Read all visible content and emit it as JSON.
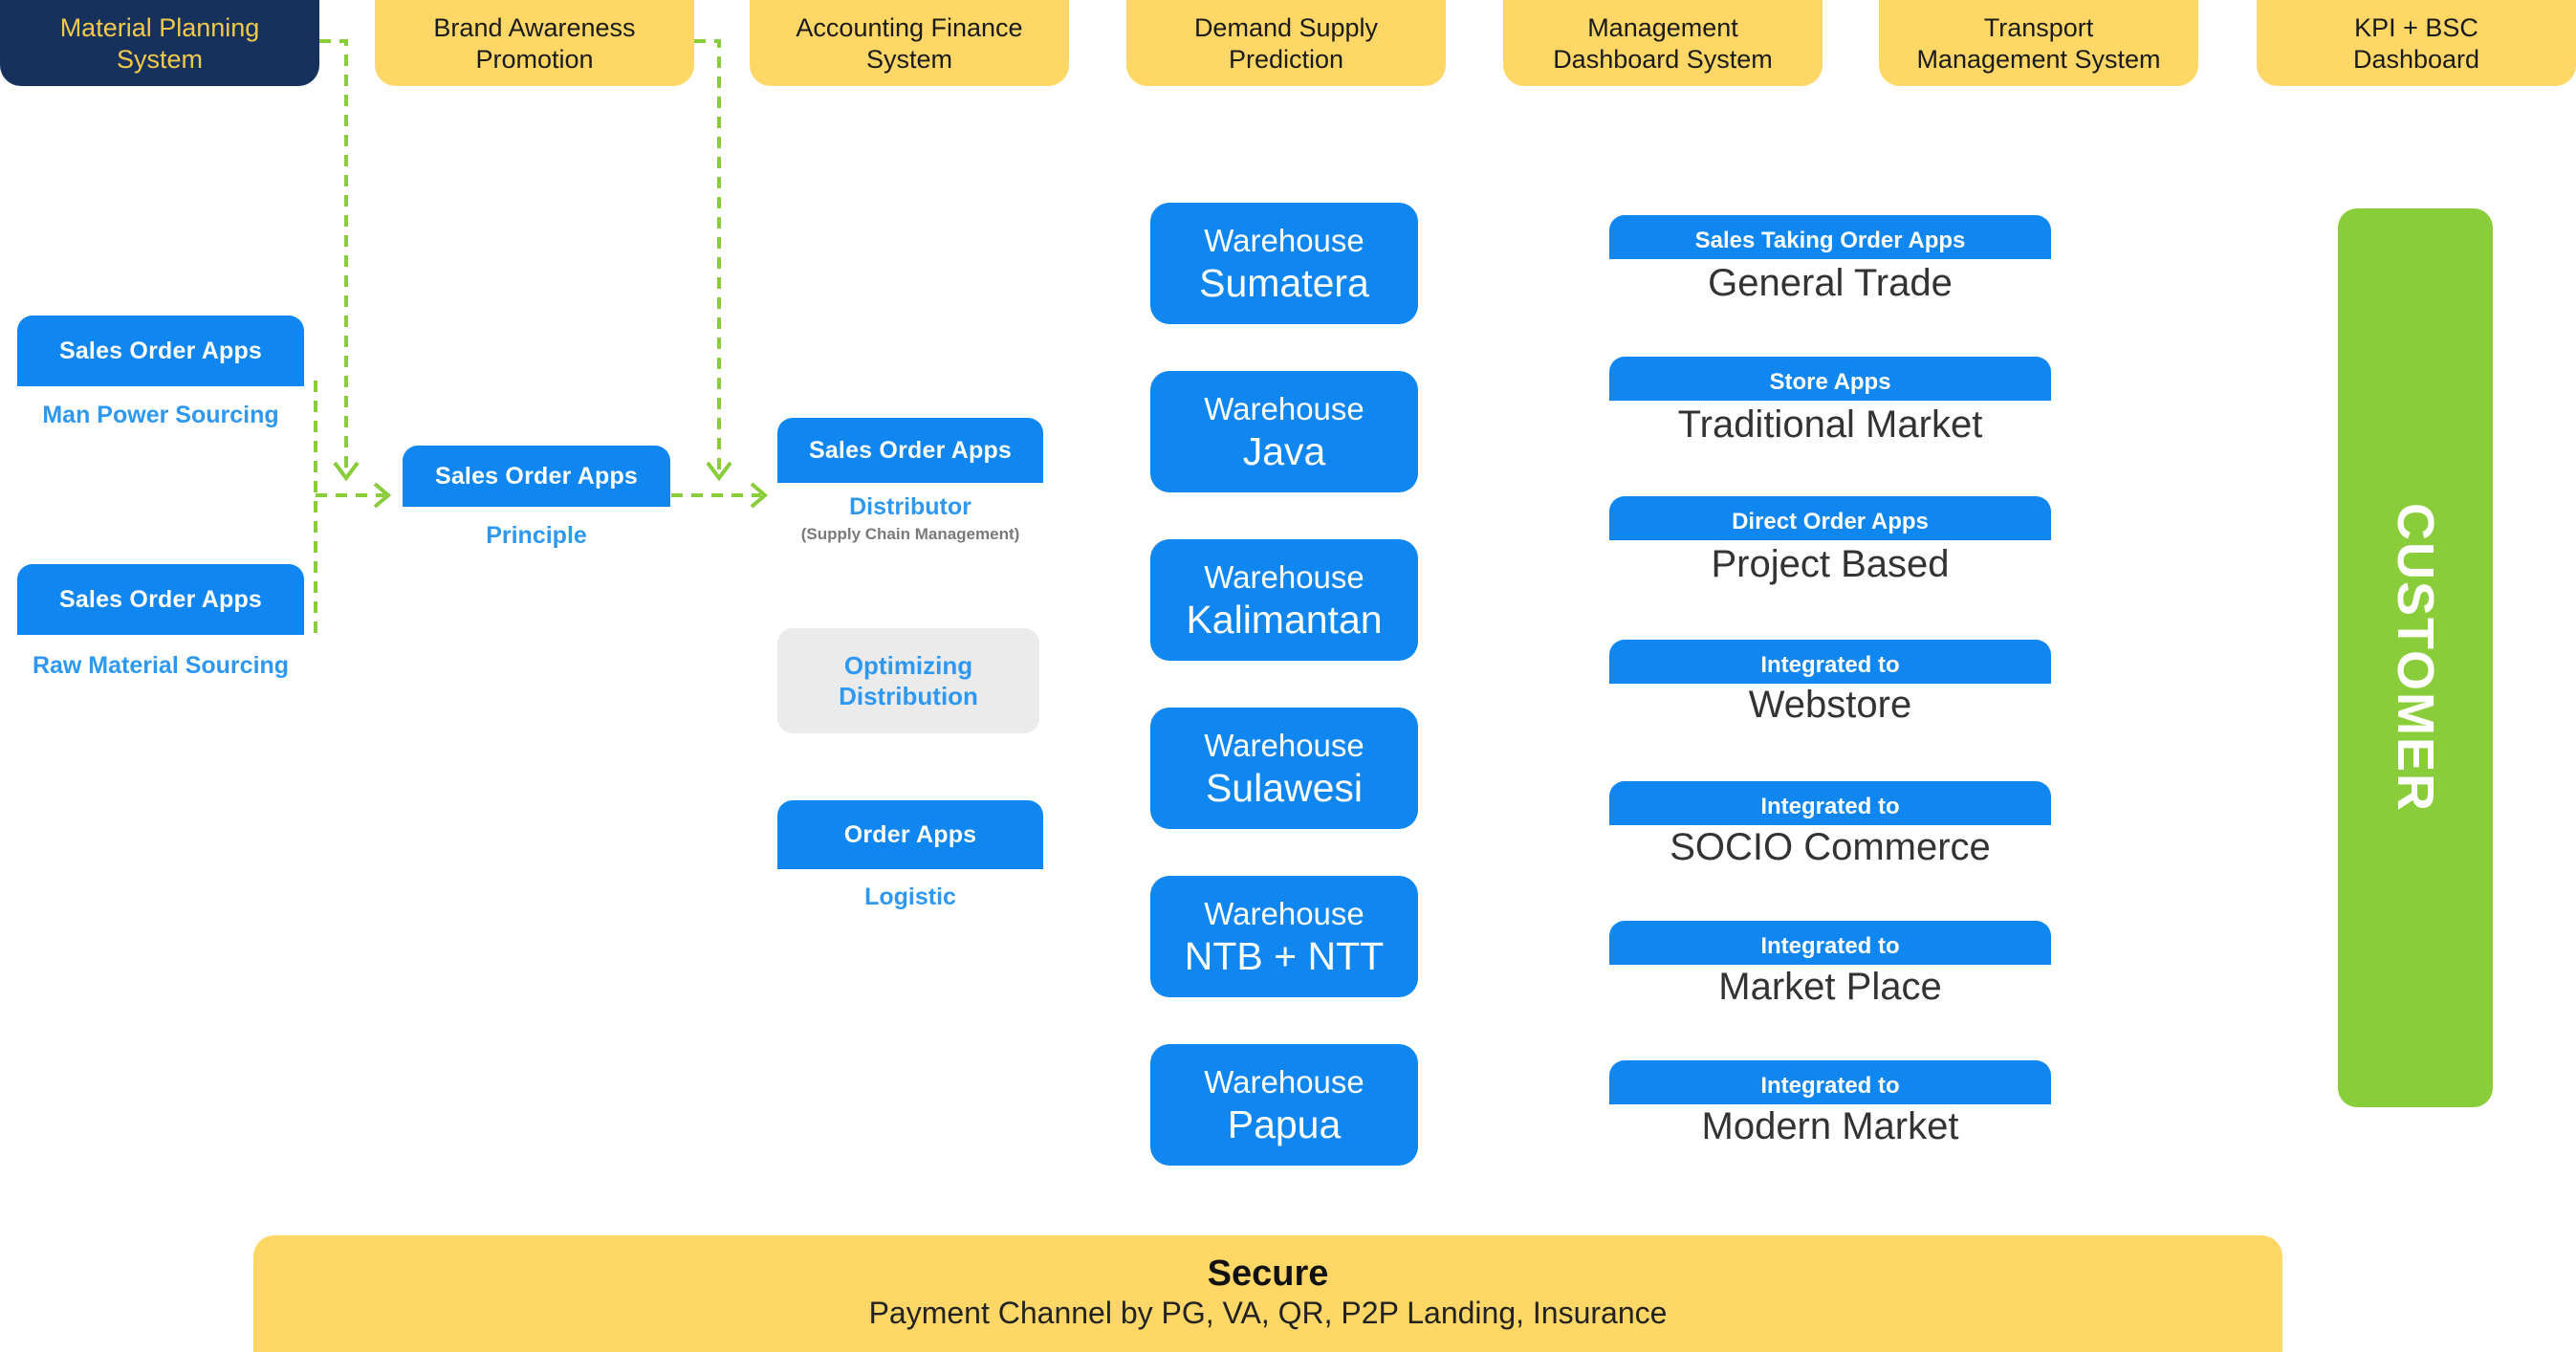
{
  "top_systems": [
    {
      "label_1": "Material Planning",
      "label_2": "System"
    },
    {
      "label_1": "Brand Awareness",
      "label_2": "Promotion"
    },
    {
      "label_1": "Accounting Finance",
      "label_2": "System"
    },
    {
      "label_1": "Demand Supply",
      "label_2": "Prediction"
    },
    {
      "label_1": "Management",
      "label_2": "Dashboard System"
    },
    {
      "label_1": "Transport",
      "label_2": "Management System"
    },
    {
      "label_1": "KPI + BSC",
      "label_2": "Dashboard"
    }
  ],
  "sourcing": {
    "man_power": {
      "app": "Sales Order Apps",
      "label": "Man Power Sourcing"
    },
    "raw_material": {
      "app": "Sales Order Apps",
      "label": "Raw Material Sourcing"
    }
  },
  "principle": {
    "app": "Sales Order Apps",
    "label": "Principle"
  },
  "distributor": {
    "app": "Sales Order Apps",
    "label": "Distributor",
    "note": "(Supply Chain Management)"
  },
  "optimizing": {
    "line_1": "Optimizing",
    "line_2": "Distribution"
  },
  "logistic": {
    "app": "Order Apps",
    "label": "Logistic"
  },
  "warehouses": [
    {
      "prefix": "Warehouse",
      "name": "Sumatera"
    },
    {
      "prefix": "Warehouse",
      "name": "Java"
    },
    {
      "prefix": "Warehouse",
      "name": "Kalimantan"
    },
    {
      "prefix": "Warehouse",
      "name": "Sulawesi"
    },
    {
      "prefix": "Warehouse",
      "name": "NTB + NTT"
    },
    {
      "prefix": "Warehouse",
      "name": "Papua"
    }
  ],
  "channels": [
    {
      "app": "Sales Taking Order Apps",
      "name": "General Trade"
    },
    {
      "app": "Store Apps",
      "name": "Traditional Market"
    },
    {
      "app": "Direct Order Apps",
      "name": "Project Based"
    },
    {
      "app": "Integrated to",
      "name": "Webstore"
    },
    {
      "app": "Integrated to",
      "name": "SOCIO Commerce"
    },
    {
      "app": "Integrated to",
      "name": "Market Place"
    },
    {
      "app": "Integrated to",
      "name": "Modern Market"
    }
  ],
  "customer": "CUSTOMER",
  "secure": {
    "title": "Secure",
    "subtitle": "Payment Channel by PG, VA, QR, P2P Landing, Insurance"
  },
  "colors": {
    "yellow": "#FED767",
    "navy": "#16325C",
    "blue": "#0F86F0",
    "green": "#8ACD3A",
    "connector": "#8ACD3A"
  }
}
